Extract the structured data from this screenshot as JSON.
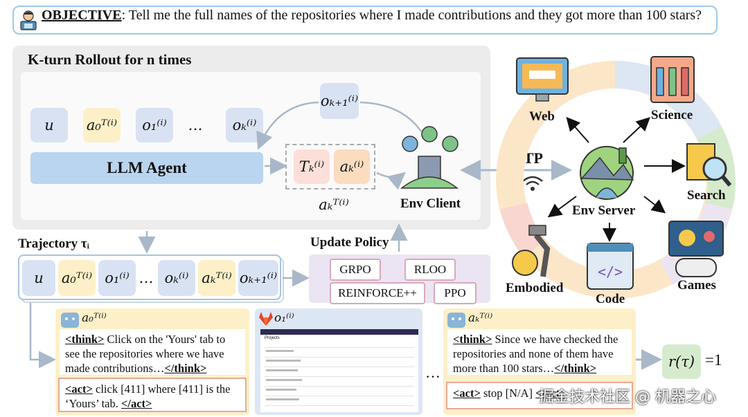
{
  "objective": {
    "label": "OBJECTIVE",
    "text": ": Tell me the full names of the repositories where I made contributions and they got more than 100 stars?"
  },
  "rollout": {
    "title": "K-turn Rollout for n times"
  },
  "tokens": {
    "u": "u",
    "a0": "a₀ᵀ⁽ⁱ⁾",
    "o1": "o₁⁽ⁱ⁾",
    "dots": "…",
    "ok": "oₖ⁽ⁱ⁾",
    "ok1": "oₖ₊₁⁽ⁱ⁾",
    "tk": "Tₖ⁽ⁱ⁾",
    "ak": "aₖ⁽ⁱ⁾",
    "akT": "aₖᵀ⁽ⁱ⁾",
    "aKT": "aₖᵀ⁽ⁱ⁾",
    "oK1": "oₖ₊₁⁽ⁱ⁾"
  },
  "agent": {
    "label": "LLM Agent"
  },
  "env_client": {
    "label": "Env Client"
  },
  "http": {
    "label": "HTTP"
  },
  "env_server": {
    "label": "Env Server"
  },
  "envs": {
    "web": "Web",
    "science": "Science",
    "search": "Search",
    "games": "Games",
    "code": "Code",
    "embodied": "Embodied"
  },
  "trajectory": {
    "label": "Trajectory τᵢ"
  },
  "policy": {
    "label": "Update Policy",
    "algs": [
      "GRPO",
      "RLOO",
      "REINFORCE++",
      "PPO"
    ]
  },
  "panel1": {
    "head": "a₀ᵀ⁽ⁱ⁾",
    "think_open": "<think>",
    "think_text": " Click on the 'Yours' tab to see the repositories where we have made contributions…",
    "think_close": "</think>",
    "act_open": "<act>",
    "act_text": " click [411] where [411] is the ‘Yours’ tab. ",
    "act_close": "</act>"
  },
  "panel2": {
    "head": "o₁⁽ⁱ⁾",
    "projects": "Projects"
  },
  "panel3": {
    "head": "aₖᵀ⁽ⁱ⁾",
    "think_open": "<think>",
    "think_text": " Since we have checked the repositories and none of them have more than 100 stars…",
    "think_close": "</think>",
    "act_open": "<act>",
    "act_text": " stop [N/A] ",
    "act_close": "</act>"
  },
  "reward": {
    "lhs": "r(τ)",
    "rhs": "=1"
  },
  "watermark": "掘金技术社区 @ 机器之心",
  "colors": {
    "llm": "#b9d5ef",
    "token_blue": "#d9e2f3",
    "token_yellow": "#fdf0c8",
    "policy_bg": "#ebe4f2"
  }
}
